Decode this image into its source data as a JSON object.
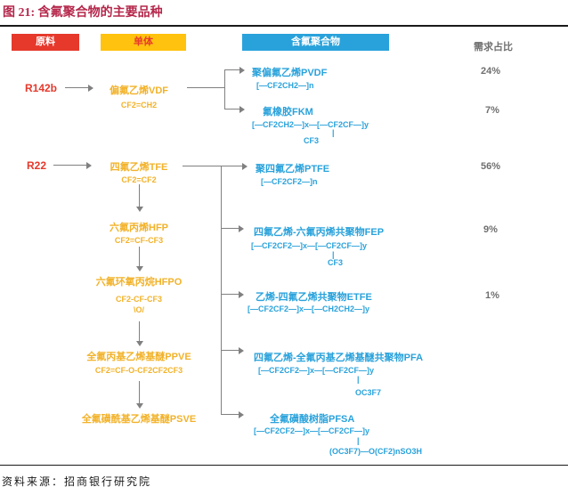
{
  "title": "图 21: 含氟聚合物的主要品种",
  "headers": {
    "raw_material": "原料",
    "monomer": "单体",
    "polymer": "含氟聚合物",
    "demand_share": "需求占比"
  },
  "raw_materials": {
    "r142b": "R142b",
    "r22": "R22"
  },
  "monomers": {
    "vdf": {
      "name": "偏氟乙烯VDF",
      "formula": "CF2=CH2"
    },
    "tfe": {
      "name": "四氟乙烯TFE",
      "formula": "CF2=CF2"
    },
    "hfp": {
      "name": "六氟丙烯HFP",
      "formula": "CF2=CF-CF3"
    },
    "hfpo": {
      "name": "六氟环氧丙烷HFPO",
      "formula": "CF2-CF-CF3",
      "epoxide": "\\O/"
    },
    "ppve": {
      "name": "全氟丙基乙烯基醚PPVE",
      "formula": "CF2=CF-O-CF2CF2CF3"
    },
    "psve": {
      "name": "全氟磺酰基乙烯基醚PSVE"
    }
  },
  "polymers": {
    "pvdf": {
      "name": "聚偏氟乙烯PVDF",
      "formula": "[—CF2CH2—]n",
      "share": "24%"
    },
    "fkm": {
      "name": "氟橡胶FKM",
      "formula": "[—CF2CH2—]x—[—CF2CF—]y",
      "bond": "|",
      "substituent": "CF3",
      "share": "7%"
    },
    "ptfe": {
      "name": "聚四氟乙烯PTFE",
      "formula": "[—CF2CF2—]n",
      "share": "56%"
    },
    "fep": {
      "name": "四氟乙烯-六氟丙烯共聚物FEP",
      "formula": "[—CF2CF2—]x—[—CF2CF—]y",
      "bond": "|",
      "substituent": "CF3",
      "share": "9%"
    },
    "etfe": {
      "name": "乙烯-四氟乙烯共聚物ETFE",
      "formula": "[—CF2CF2—]x—[—CH2CH2—]y",
      "share": "1%"
    },
    "pfa": {
      "name": "四氟乙烯-全氟丙基乙烯基醚共聚物PFA",
      "formula": "[—CF2CF2—]x—[—CF2CF—]y",
      "bond": "|",
      "substituent": "OC3F7"
    },
    "pfsa": {
      "name": "全氟磺酸树脂PFSA",
      "formula": "[—CF2CF2—]x—[—CF2CF—]y",
      "bond": "|",
      "substituent": "(OC3F7)—O(CF2)nSO3H"
    }
  },
  "source": "资料来源：招商银行研究院",
  "colors": {
    "red": "#E6392C",
    "yellow_box": "#FFC20E",
    "yellow_text": "#F2B229",
    "blue": "#29A2DB",
    "line_gray": "#808080",
    "share_gray": "#6F6F6F",
    "title_red": "#B5274B"
  }
}
